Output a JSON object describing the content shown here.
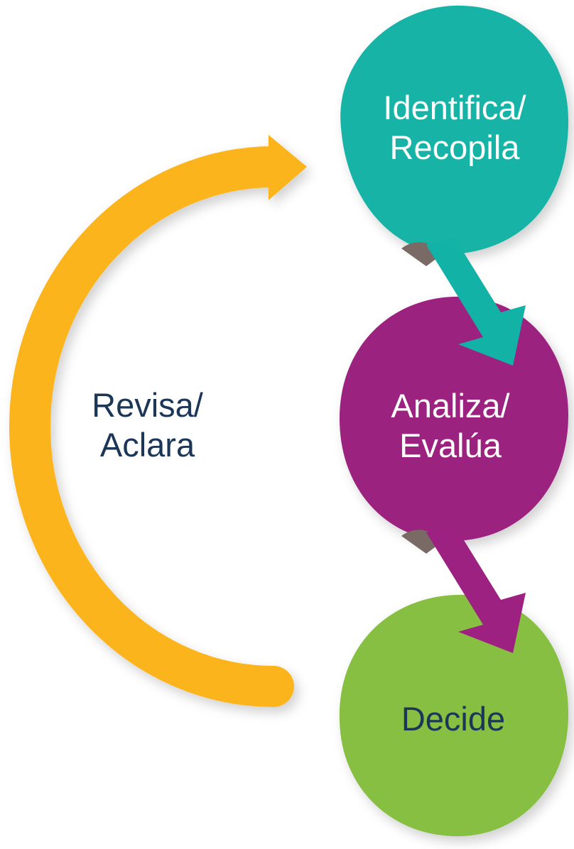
{
  "colors": {
    "identify": "#12b3a6",
    "analyze": "#9c2180",
    "decide": "#86bf42",
    "revise_arrow": "#fbb41e",
    "dark_text": "#1b3657"
  },
  "steps": [
    {
      "line1": "Identifica/",
      "line2": "Recopila"
    },
    {
      "line1": "Analiza/",
      "line2": "Evalúa"
    },
    {
      "line1": "Decide"
    }
  ],
  "loop": {
    "line1": "Revisa/",
    "line2": "Aclara"
  }
}
